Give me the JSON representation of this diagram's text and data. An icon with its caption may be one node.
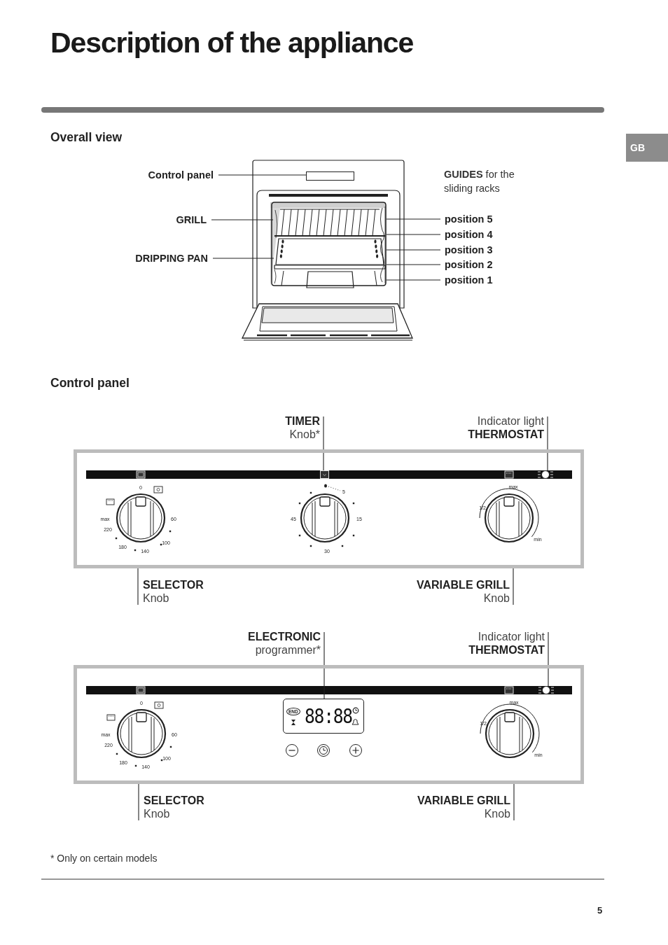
{
  "diagram": {
    "title": "Description of the appliance",
    "nodes": [
      {
        "text": [
          "Control panel"
        ]
      },
      {
        "text": [],
        "shape": "box"
      },
      {
        "text": [
          "GRILL"
        ]
      },
      {
        "text": [],
        "shape": "picture"
      },
      {
        "text": [
          "DRIPPING PAN"
        ]
      },
      {
        "text": [],
        "shape": "picture"
      },
      {
        "text": [
          "position 5"
        ]
      },
      {
        "text": [
          "position 4"
        ]
      },
      {
        "text": [
          "position 3"
        ]
      },
      {
        "text": [
          "position 2"
        ]
      },
      {
        "text": [
          "position 1"
        ]
      },
      {
        "text": [],
        "shape": "bar"
      },
      {
        "text": [
          "TIMER",
          "Knob*"
        ]
      },
      {
        "text": [
          "Indicator light",
          "THERMOSTAT"
        ]
      },
      {
        "text": [],
        "shape": "box"
      },
      {
        "text": [],
        "shape": "box",
        "in": 14
      },
      {
        "text": [],
        "shape": "circle",
        "in": 14
      },
      {
        "text": [
          "SELECTOR",
          "Knob"
        ]
      },
      {
        "text": [
          "VARIABLE GRILL",
          "Knob"
        ]
      },
      {
        "text": [
          "ELECTRONIC",
          "programmer*"
        ]
      },
      {
        "text": [
          "Indicator light",
          "THERMOSTAT"
        ]
      },
      {
        "text": [],
        "shape": "box"
      },
      {
        "text": [
          "END",
          "88:88"
        ],
        "in": 21
      },
      {
        "text": [],
        "shape": "circle",
        "in": 21
      },
      {
        "text": [
          "SELECTOR",
          "Knob"
        ]
      },
      {
        "text": [
          "VARIABLE GRILL",
          "Knob"
        ]
      }
    ],
    "edges": [
      {
        "from": 0,
        "to": 1,
        "arrow": "none"
      },
      {
        "from": 2,
        "to": 3,
        "arrow": "none"
      },
      {
        "from": 4,
        "to": 5,
        "arrow": "none"
      },
      {
        "from": 6,
        "to": 11,
        "arrow": "none"
      },
      {
        "from": 7,
        "to": 11,
        "arrow": "none"
      },
      {
        "from": 8,
        "to": 11,
        "arrow": "none"
      },
      {
        "from": 9,
        "to": 11,
        "arrow": "none"
      },
      {
        "from": 10,
        "to": 11,
        "arrow": "none"
      },
      {
        "from": 12,
        "to": 15,
        "arrow": "none"
      },
      {
        "from": 13,
        "to": 16,
        "arrow": "none"
      },
      {
        "from": 17,
        "to": 14,
        "arrow": "none"
      },
      {
        "from": 18,
        "to": 14,
        "arrow": "none"
      },
      {
        "from": 19,
        "to": 22,
        "arrow": "none"
      },
      {
        "from": 20,
        "to": 23,
        "arrow": "none"
      },
      {
        "from": 24,
        "to": 21,
        "arrow": "none"
      },
      {
        "from": 25,
        "to": 21,
        "arrow": "none"
      }
    ],
    "labels": [
      "GB",
      "Overall view",
      "**GUIDES** for the sliding racks",
      "Control panel",
      "0",
      "max",
      "220",
      "180",
      "140",
      "100",
      "60",
      "5",
      "45",
      "15",
      "30",
      "max",
      "1/2",
      "min",
      "0",
      "max",
      "220",
      "180",
      "140",
      "100",
      "60",
      "max",
      "1/2",
      "min",
      "* Only on certain models",
      "5"
    ]
  }
}
